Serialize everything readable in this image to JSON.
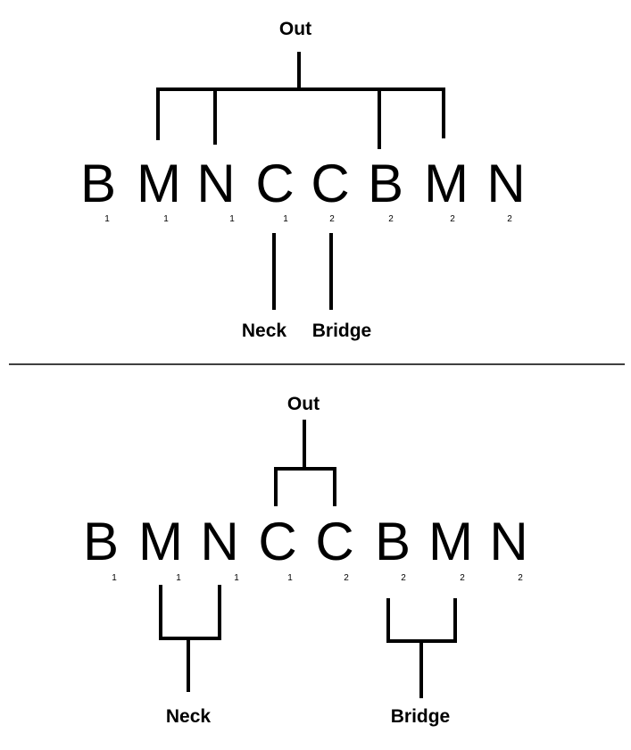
{
  "top": {
    "out_label": "Out",
    "neck_label": "Neck",
    "bridge_label": "Bridge",
    "letters": [
      {
        "letter": "B",
        "sub": "1"
      },
      {
        "letter": "M",
        "sub": "1"
      },
      {
        "letter": "N",
        "sub": "1"
      },
      {
        "letter": "C",
        "sub": "1"
      },
      {
        "letter": "C",
        "sub": "2"
      },
      {
        "letter": "B",
        "sub": "2"
      },
      {
        "letter": "M",
        "sub": "2"
      },
      {
        "letter": "N",
        "sub": "2"
      }
    ]
  },
  "bottom": {
    "out_label": "Out",
    "neck_label": "Neck",
    "bridge_label": "Bridge",
    "letters": [
      {
        "letter": "B",
        "sub": "1"
      },
      {
        "letter": "M",
        "sub": "1"
      },
      {
        "letter": "N",
        "sub": "1"
      },
      {
        "letter": "C",
        "sub": "1"
      },
      {
        "letter": "C",
        "sub": "2"
      },
      {
        "letter": "B",
        "sub": "2"
      },
      {
        "letter": "M",
        "sub": "2"
      },
      {
        "letter": "N",
        "sub": "2"
      }
    ]
  }
}
